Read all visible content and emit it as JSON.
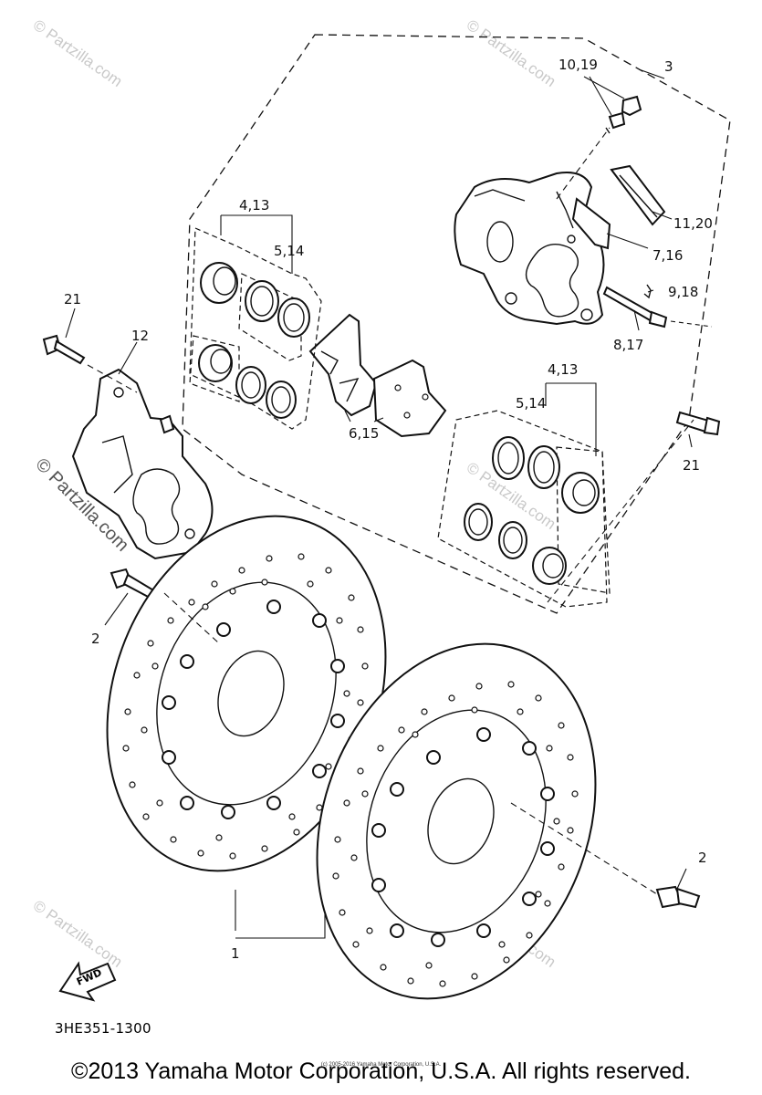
{
  "diagram": {
    "code": "3HE351-1300",
    "copyright": "©2013 Yamaha Motor Corporation, U.S.A. All rights reserved.",
    "tiny_copyright": "(c) 2005-2016 Yamaha Motor Corporation, U.S.A.",
    "fwd_label": "FWD",
    "watermark": "© Partzilla.com",
    "callouts": {
      "c1": "1",
      "c2a": "2",
      "c2b": "2",
      "c3": "3",
      "c4_13a": "4,13",
      "c5_14a": "5,14",
      "c4_13b": "4,13",
      "c5_14b": "5,14",
      "c6_15": "6,15",
      "c7_16": "7,16",
      "c8_17": "8,17",
      "c9_18": "9,18",
      "c10_19": "10,19",
      "c11_20": "11,20",
      "c12": "12",
      "c21a": "21",
      "c21b": "21"
    }
  }
}
